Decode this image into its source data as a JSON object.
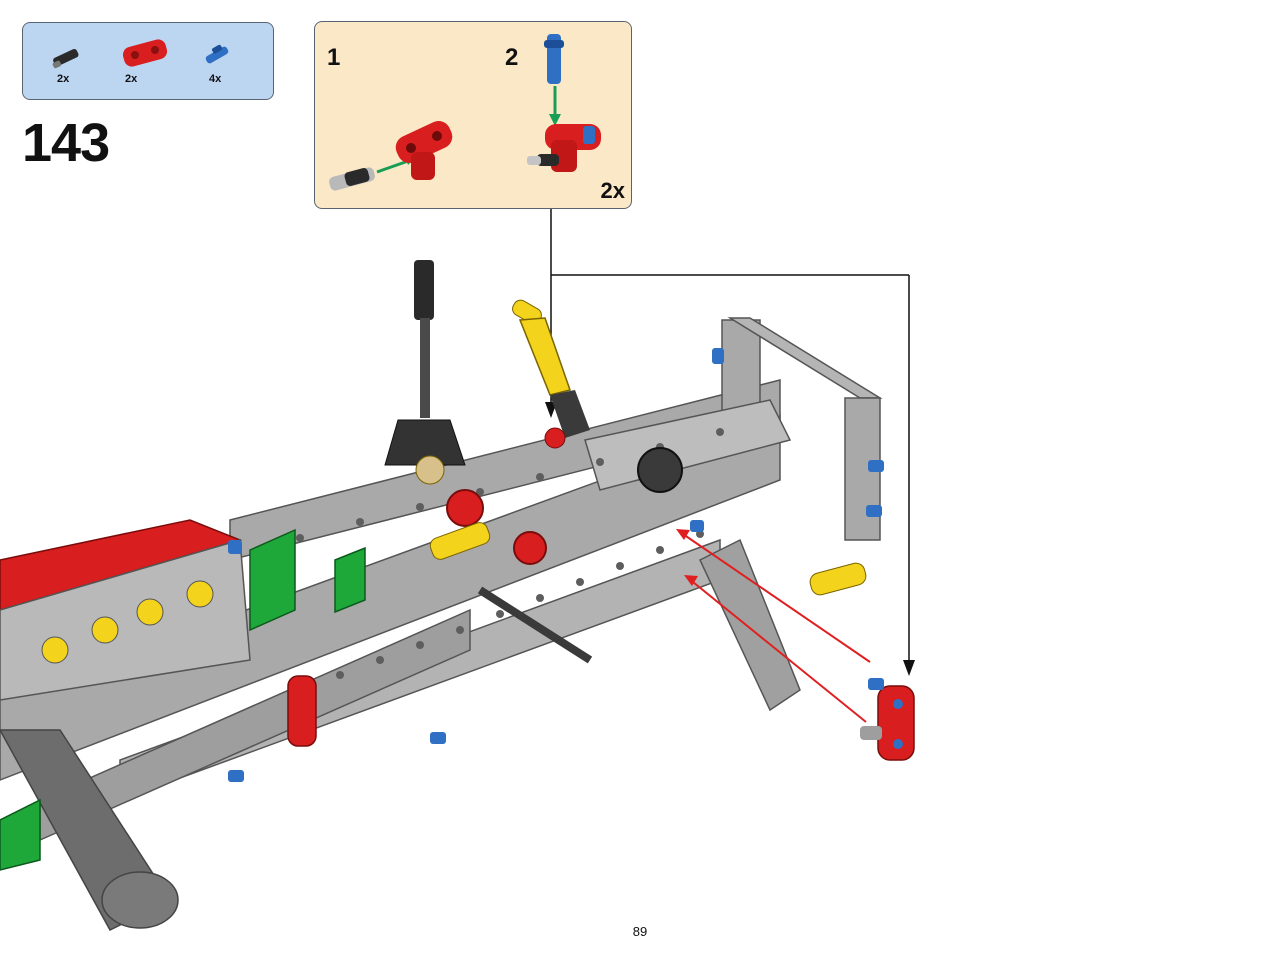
{
  "parts_list": {
    "items": [
      {
        "name": "black-friction-pin-icon",
        "count": "2x",
        "color": "#2a2a2a"
      },
      {
        "name": "red-cross-block-icon",
        "count": "2x",
        "color": "#d81e1e"
      },
      {
        "name": "blue-axle-pin-icon",
        "count": "4x",
        "color": "#2f6fc4"
      }
    ]
  },
  "step": {
    "number": "143"
  },
  "callout": {
    "substep_1": "1",
    "substep_2": "2",
    "multiplier": "2x"
  },
  "page": {
    "number": "89"
  },
  "colors": {
    "parts_bg": "#bcd6f2",
    "callout_bg": "#fbe8c6",
    "frame_gray": "#a9a9a9",
    "brick_red": "#d81e1e",
    "brick_yellow": "#f3d31c",
    "brick_green": "#1fa83a",
    "pin_blue": "#2f6fc4",
    "arrow_green": "#1a9e55",
    "arrow_red": "#e02020"
  }
}
